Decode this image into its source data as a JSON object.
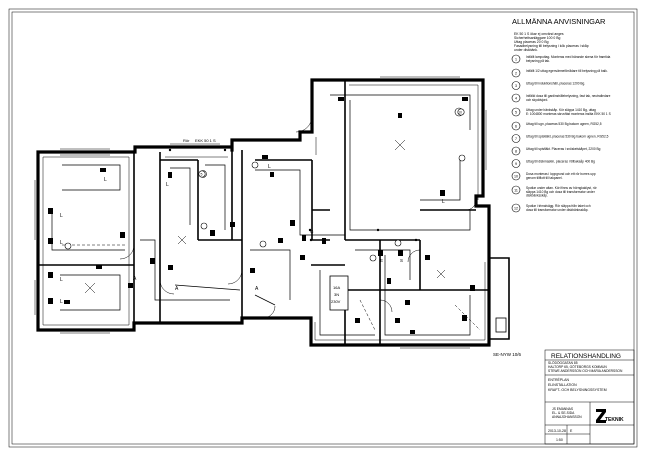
{
  "general_notes": {
    "heading": "ALLMÄNNA ANVISNINGAR",
    "intro": [
      "EK 50 1 S ökar ej omvänd anges",
      "Sicherheitsanläggare 100 0 Bg",
      "Uttag placeras 20 0 Bg",
      "Fasadbelysning till belysning i kök placeras i skåp",
      "under diskbänk."
    ],
    "items": [
      {
        "num": "1",
        "text": [
          "Inifällt lamputtag. Monteras med bärande skena för framtida",
          "belysning på tak."
        ]
      },
      {
        "num": "2",
        "text": [
          "Inifällt 1/2 uttag egenvärmeförrådare till belysning på balk."
        ]
      },
      {
        "num": "3",
        "text": [
          "Uttag till induktionshäll, placeras 1200 Bg."
        ]
      },
      {
        "num": "4",
        "text": [
          "Inifälld dosa till gardinstrålebelysning, fast tak, neutralledare",
          "och skyddsjord."
        ]
      },
      {
        "num": "5",
        "text": [
          "Uttag under bänkskåp. Kör släppa 1410 Bg, uttag",
          "E: 1004800 monteras skruvfäst monteras inslita EKK 50 1 S"
        ]
      },
      {
        "num": "6",
        "text": [
          "Uttag till ugn, placeras 530 Bg bakom ugnen, RG52,5"
        ]
      },
      {
        "num": "7",
        "text": [
          "Uttag till spiskläkt, placeras 530 Bg bakom ugnen, RG52,5"
        ]
      },
      {
        "num": "8",
        "text": [
          "Uttag till spisfläkt. Placeras i snöskelskåpet, 2200 Bg"
        ]
      },
      {
        "num": "9",
        "text": [
          "Uttag till diskmaskin, placeras i tillbakaåp 400 Bg"
        ]
      },
      {
        "num": "10",
        "text": [
          "Dosa monteras i loppgrund och ett rör borres upp",
          "genom tillflott till takpanel."
        ]
      },
      {
        "num": "11",
        "text": [
          "Spotlar under altan. Kör ifinns av hörngkaklyst, rör",
          "släppa 1410 Bg och dosa till transformator under",
          "diskbänksskåp."
        ]
      },
      {
        "num": "12",
        "text": [
          "Spotlar i trimalvägg. Rör släppa från taket och",
          "dosa till transformator under diskbänksskåp."
        ]
      }
    ]
  },
  "plan_labels": {
    "meter_tag": "EKK 50 1 S",
    "ref_tag": "Rör",
    "heat_tag": "SE-NYW 10/6",
    "panel_a": "16A",
    "panel_b": "3N",
    "panel_c": "230V",
    "letter_l": "L",
    "letter_a": "A",
    "letter_e": "E",
    "letter_g": "G",
    "letter_s": "S"
  },
  "title_block": {
    "heading": "RELATIONSHANDLING",
    "project": [
      "SLÖDÖGGATAN 85",
      "HALTORP 65, GÖTEBORGS KOMMUN",
      "STEWE ANDERSSON OCH MARIA ANDERSSON"
    ],
    "drawing": [
      "ENTRÉPLAN",
      "ELINSTALLATION",
      "KRAFT- OCH BELYSNINGSSYSTEM"
    ],
    "designer": [
      "JS EMANNAS",
      "EL- & SE-SIDA",
      "ANNAJOHANSSON"
    ],
    "date_label": "2013-10-28",
    "scale_label": "1:50",
    "sheet_code": "E",
    "company": "TEKNIK"
  }
}
